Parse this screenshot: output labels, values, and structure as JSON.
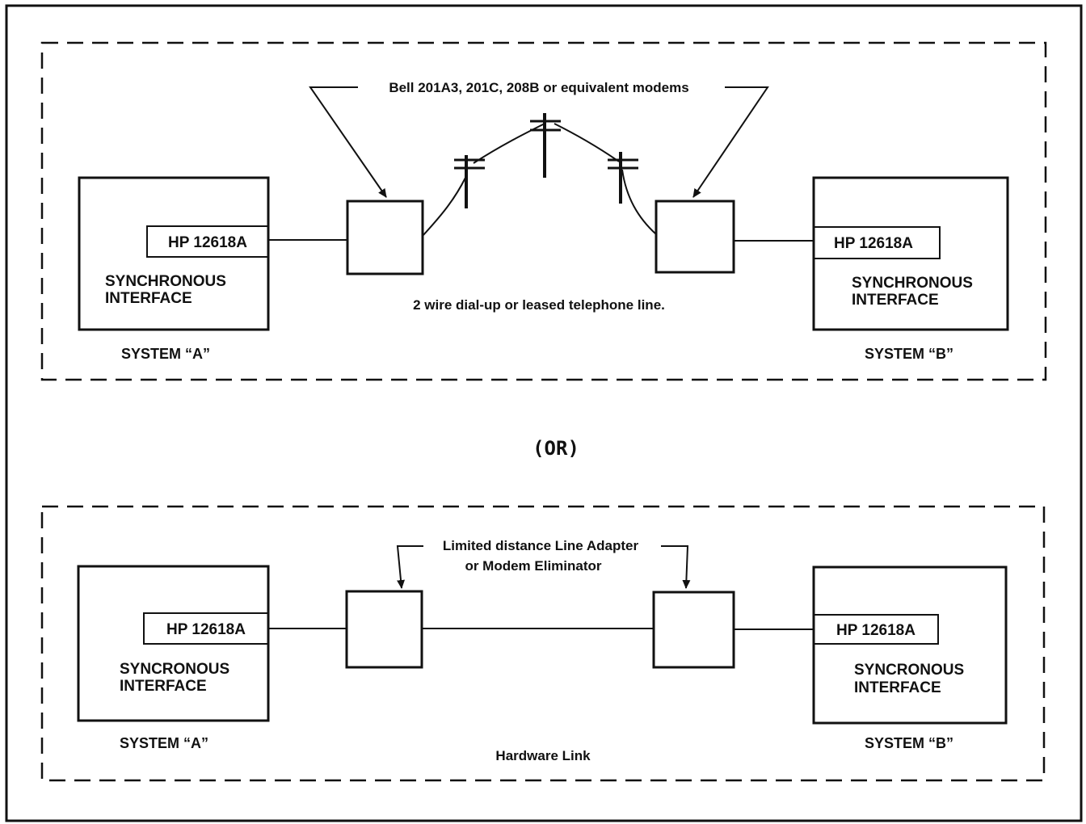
{
  "top_panel": {
    "modem_callout": "Bell 201A3, 201C, 208B or equivalent modems",
    "line_caption": "2 wire dial-up or leased telephone line.",
    "system_a": {
      "card_label": "HP 12618A",
      "interface_line1": "SYNCHRONOUS",
      "interface_line2": "INTERFACE",
      "system_label": "SYSTEM “A”"
    },
    "system_b": {
      "card_label": "HP 12618A",
      "interface_line1": "SYNCHRONOUS",
      "interface_line2": "INTERFACE",
      "system_label": "SYSTEM “B”"
    }
  },
  "separator": "(OR)",
  "bottom_panel": {
    "adapter_callout_line1": "Limited distance Line Adapter",
    "adapter_callout_line2": "or Modem Eliminator",
    "link_caption": "Hardware Link",
    "system_a": {
      "card_label": "HP 12618A",
      "interface_line1": "SYNCRONOUS",
      "interface_line2": "INTERFACE",
      "system_label": "SYSTEM “A”"
    },
    "system_b": {
      "card_label": "HP 12618A",
      "interface_line1": "SYNCRONOUS",
      "interface_line2": "INTERFACE",
      "system_label": "SYSTEM “B”"
    }
  }
}
